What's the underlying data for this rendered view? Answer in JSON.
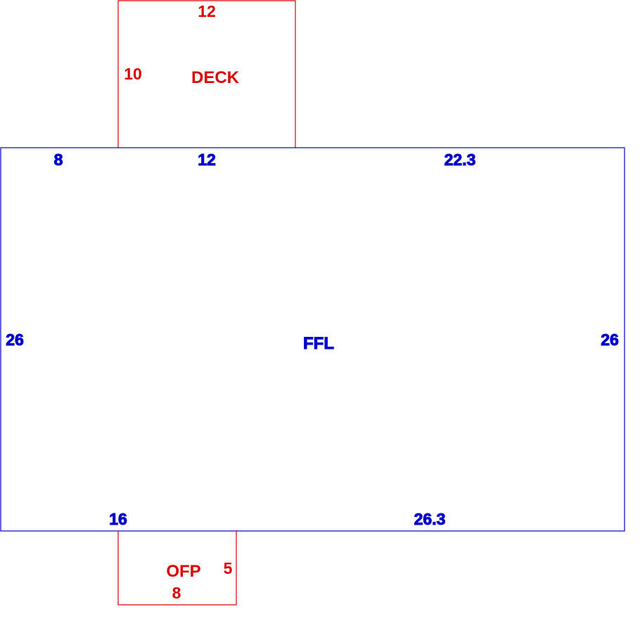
{
  "colors": {
    "main_area": "#0000cc",
    "secondary_area": "#dd0000",
    "background": "#ffffff"
  },
  "main_area": {
    "label": "FFL",
    "dims": {
      "top_left": "8",
      "top_mid": "12",
      "top_right": "22.3",
      "left": "26",
      "right": "26",
      "bottom_left": "16",
      "bottom_right": "26.3"
    }
  },
  "deck": {
    "label": "DECK",
    "dims": {
      "top": "12",
      "left": "10"
    }
  },
  "ofp": {
    "label": "OFP",
    "dims": {
      "right": "5",
      "bottom": "8"
    }
  }
}
